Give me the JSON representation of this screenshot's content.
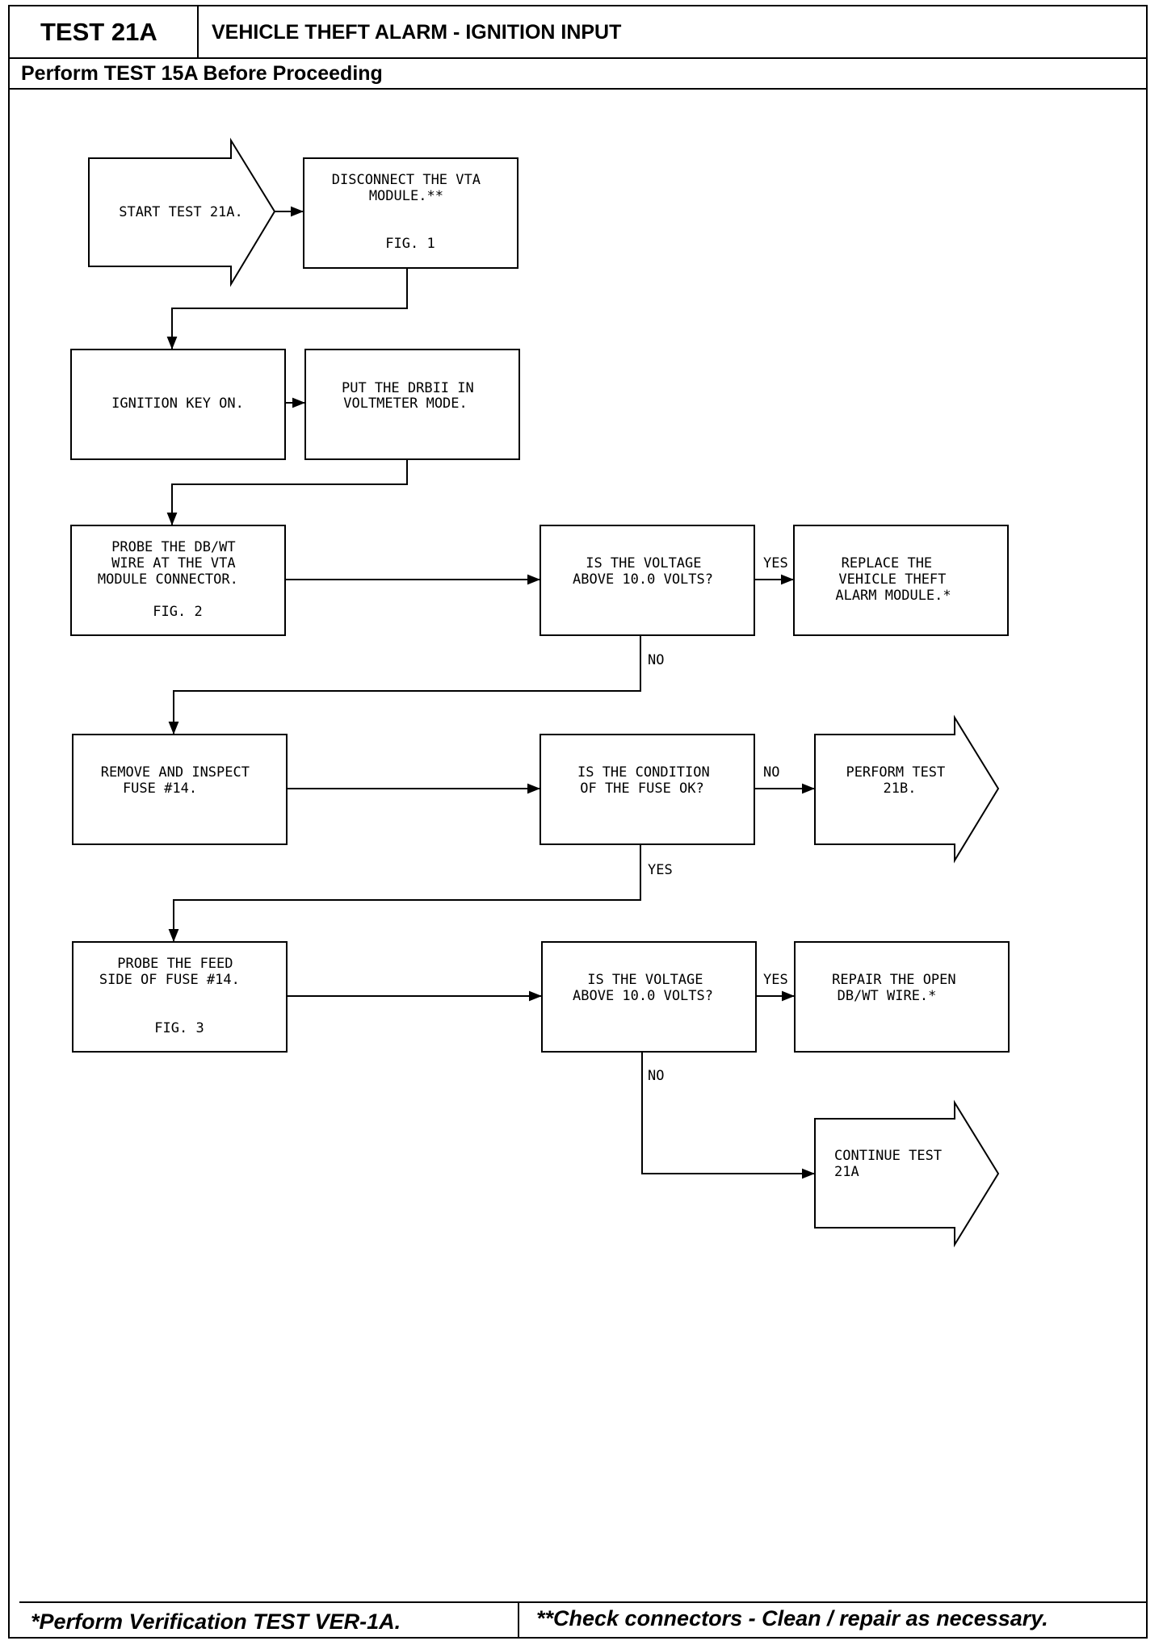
{
  "header": {
    "test_id": "TEST 21A",
    "title": "VEHICLE THEFT ALARM - IGNITION INPUT",
    "prerequisite": "Perform TEST 15A Before Proceeding"
  },
  "flowchart": {
    "start": [
      "START TEST 21A."
    ],
    "disconnect": [
      "DISCONNECT THE VTA",
      "MODULE.**",
      "",
      "FIG. 1"
    ],
    "ignition_key": [
      "IGNITION KEY ON."
    ],
    "drbii": [
      "PUT THE DRBII IN",
      "VOLTMETER MODE."
    ],
    "probe_dbwt": [
      "PROBE THE DB/WT",
      "WIRE AT THE VTA",
      "MODULE CONNECTOR.",
      "",
      "FIG. 2"
    ],
    "voltage_q1": [
      "IS THE VOLTAGE",
      "ABOVE 10.0 VOLTS?"
    ],
    "replace_module": [
      "REPLACE THE",
      "VEHICLE THEFT",
      "ALARM MODULE.*"
    ],
    "remove_fuse": [
      "REMOVE AND INSPECT",
      "FUSE #14."
    ],
    "fuse_q": [
      "IS THE CONDITION",
      "OF THE FUSE OK?"
    ],
    "perform_21b": [
      "PERFORM TEST",
      "21B."
    ],
    "probe_feed": [
      "PROBE THE FEED",
      "SIDE OF FUSE #14.",
      "",
      "FIG. 3"
    ],
    "voltage_q2": [
      "IS THE VOLTAGE",
      "ABOVE 10.0 VOLTS?"
    ],
    "repair_wire": [
      "REPAIR THE OPEN",
      "DB/WT WIRE.*"
    ],
    "continue_21a": [
      "CONTINUE TEST",
      "21A"
    ],
    "labels": {
      "yes1": "YES",
      "no1": "NO",
      "no2": "NO",
      "yes2": "YES",
      "yes3": "YES",
      "no3": "NO"
    }
  },
  "footer": {
    "left": "*Perform Verification TEST VER-1A.",
    "right": "**Check connectors - Clean / repair as necessary."
  }
}
